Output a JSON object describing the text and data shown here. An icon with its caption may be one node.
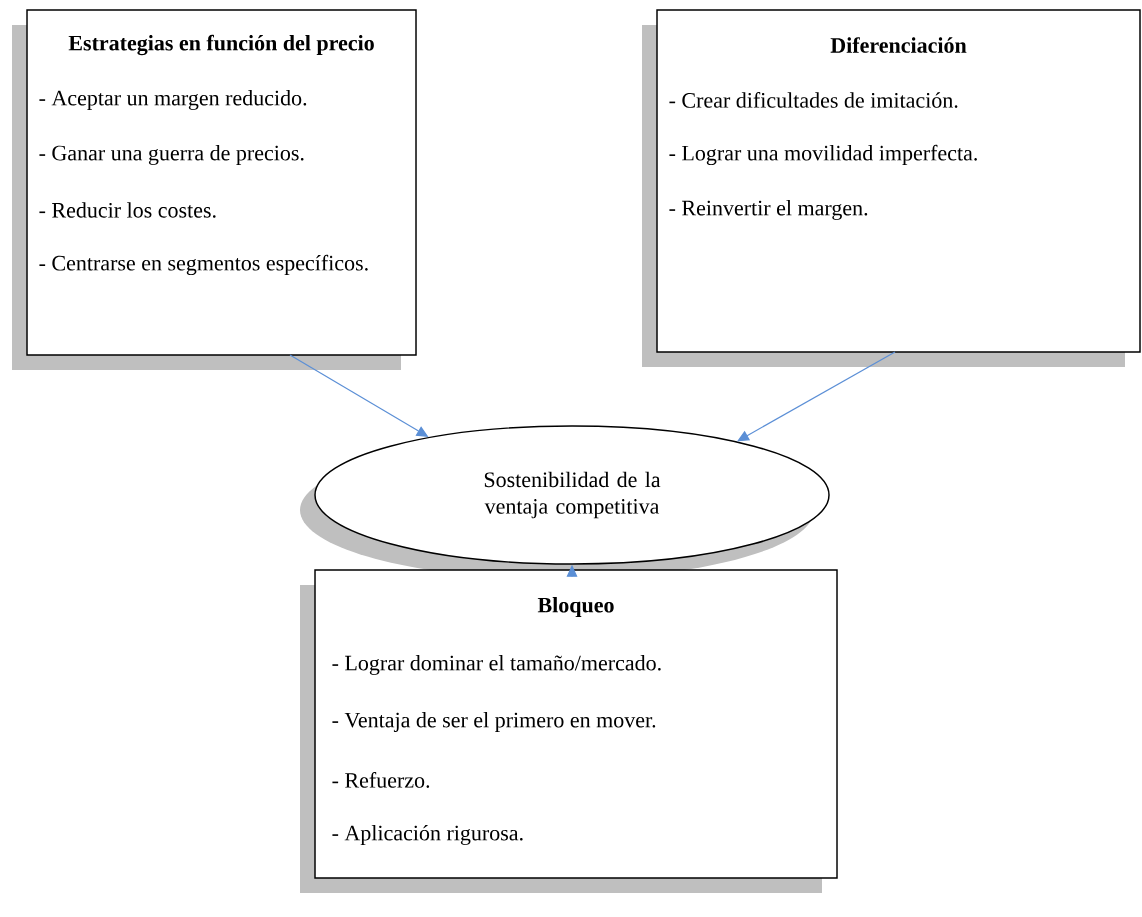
{
  "diagram": {
    "nodes": [
      {
        "text": [
          "Estrategias en función del precio",
          "- Aceptar un margen reducido.",
          "- Ganar una guerra de precios.",
          "- Reducir los costes.",
          "- Centrarse en segmentos específicos."
        ]
      },
      {
        "text": [
          "Diferenciación",
          "- Crear dificultades de imitación.",
          "- Lograr una movilidad imperfecta.",
          "- Reinvertir el margen."
        ]
      },
      {
        "text": [
          "Sostenibilidad de la ventaja competitiva"
        ]
      },
      {
        "text": [
          "Bloqueo",
          "- Lograr dominar el tamaño/mercado.",
          "- Ventaja de ser el primero en mover.",
          "- Refuerzo.",
          "- Aplicación rigurosa."
        ]
      }
    ],
    "edges": [
      {
        "from": 0,
        "to": 2,
        "arrow": "to",
        "color": "#5b8fd6"
      },
      {
        "from": 1,
        "to": 2,
        "arrow": "to",
        "color": "#5b8fd6"
      },
      {
        "from": 3,
        "to": 2,
        "arrow": "to",
        "color": "#5b8fd6"
      }
    ]
  }
}
